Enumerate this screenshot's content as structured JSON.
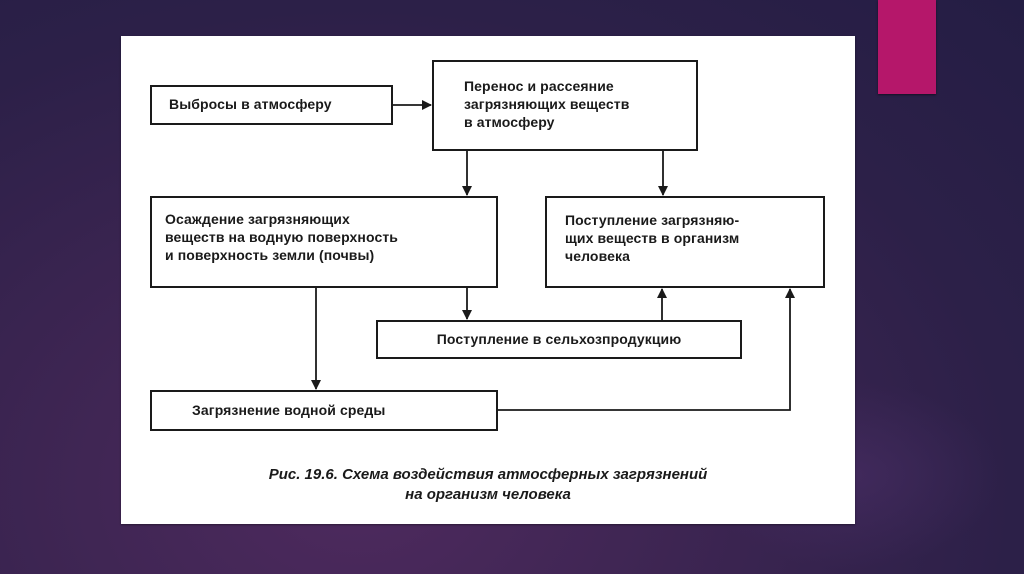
{
  "slide": {
    "background_color": "#2c2048",
    "accent_color": "#b5176a"
  },
  "diagram": {
    "nodes": [
      {
        "id": "emissions",
        "label": "Выбросы в атмосферу"
      },
      {
        "id": "transport",
        "label": "Перенос и рассеяние\nзагрязняющих веществ\nв атмосферу"
      },
      {
        "id": "deposition",
        "label": "Осаждение загрязняющих\nвеществ на водную поверхность\nи поверхность земли (почвы)"
      },
      {
        "id": "human_intake",
        "label": "Поступление загрязняю-\nщих веществ в организм\nчеловека"
      },
      {
        "id": "agro",
        "label": "Поступление в сельхозпродукцию"
      },
      {
        "id": "water",
        "label": "Загрязнение водной среды"
      }
    ],
    "edges": [
      {
        "from": "emissions",
        "to": "transport"
      },
      {
        "from": "transport",
        "to": "deposition"
      },
      {
        "from": "transport",
        "to": "human_intake"
      },
      {
        "from": "deposition",
        "to": "agro"
      },
      {
        "from": "deposition",
        "to": "water"
      },
      {
        "from": "agro",
        "to": "human_intake"
      },
      {
        "from": "water",
        "to": "human_intake"
      }
    ],
    "caption": {
      "line1": "Рис. 19.6. Схема воздействия атмосферных загрязнений",
      "line2": "на организм человека"
    }
  }
}
